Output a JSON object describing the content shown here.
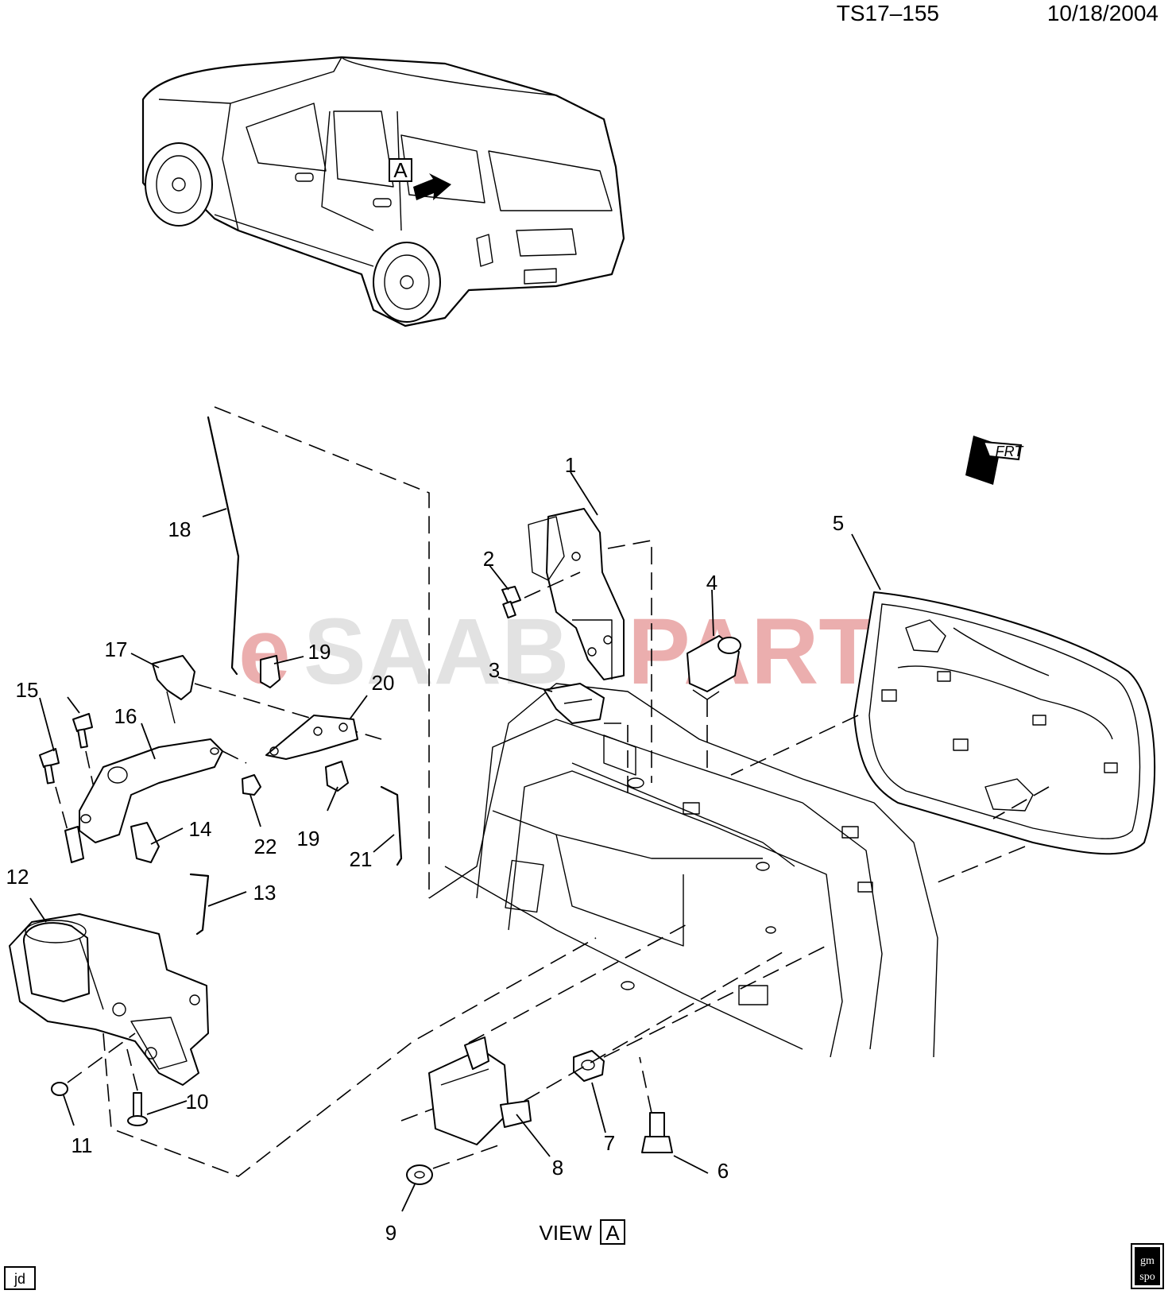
{
  "header": {
    "code": "TS17–155",
    "date": "10/18/2004"
  },
  "vehicle": {
    "view_marker": "A"
  },
  "frt_label": "FRT",
  "callouts": {
    "c1": "1",
    "c2": "2",
    "c3": "3",
    "c4": "4",
    "c5": "5",
    "c6": "6",
    "c7": "7",
    "c8": "8",
    "c9": "9",
    "c10": "10",
    "c11": "11",
    "c12": "12",
    "c13": "13",
    "c14": "14",
    "c15": "15",
    "c16": "16",
    "c17": "17",
    "c18": "18",
    "c19a": "19",
    "c19b": "19",
    "c20": "20",
    "c21": "21",
    "c22": "22"
  },
  "view_caption": {
    "label": "VIEW",
    "marker": "A"
  },
  "watermark": {
    "part1": "e",
    "part2": "SAAB",
    "part3": "PARTS"
  },
  "footer": {
    "initials": "jd",
    "logo_top": "gm",
    "logo_bottom": "spo"
  }
}
